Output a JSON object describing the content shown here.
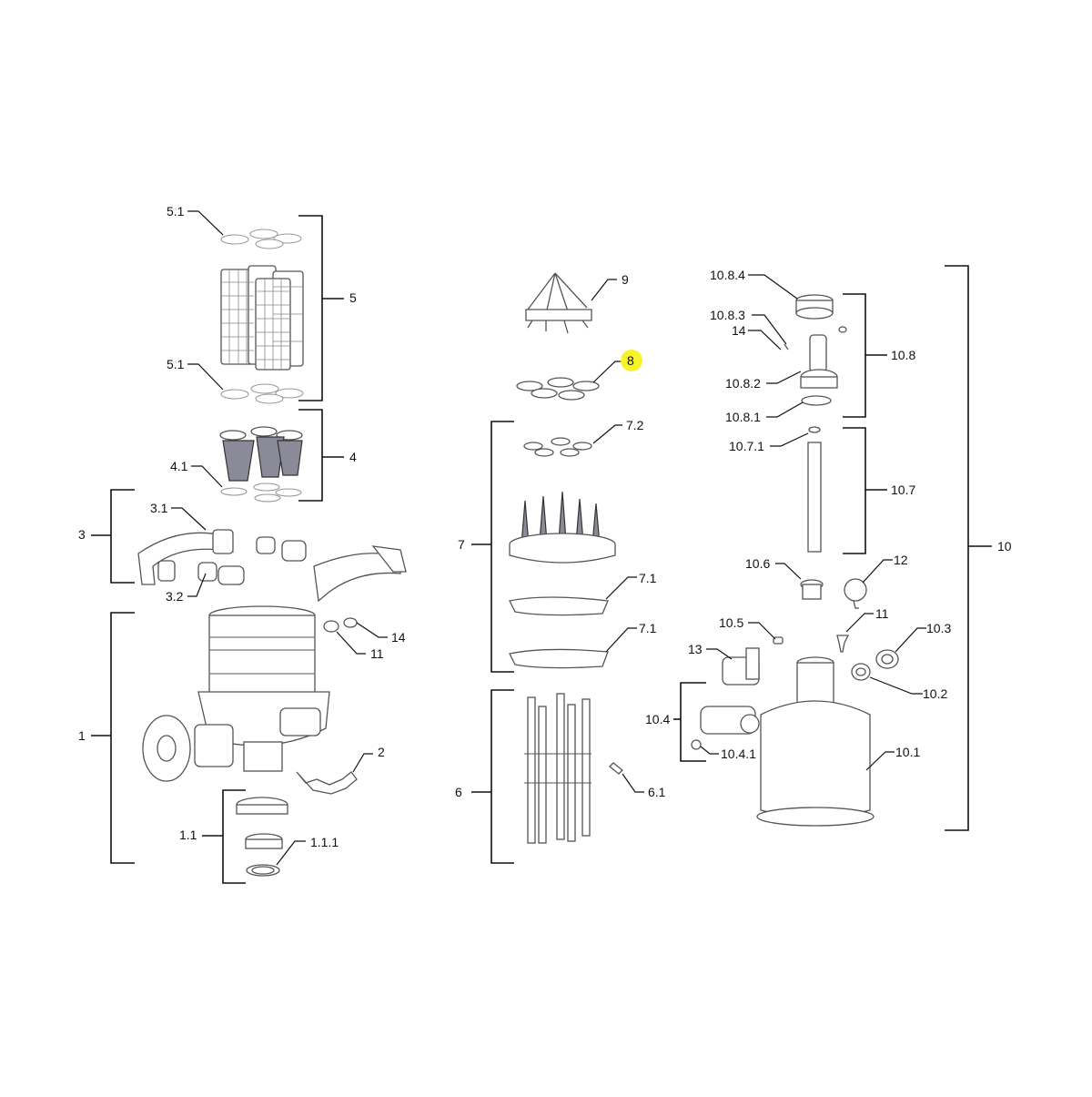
{
  "labels": {
    "l5_1_top": "5.1",
    "l5": "5",
    "l5_1_bottom": "5.1",
    "l4": "4",
    "l4_1": "4.1",
    "l3": "3",
    "l3_1": "3.1",
    "l3_2": "3.2",
    "l1": "1",
    "l11_left": "11",
    "l14_left": "14",
    "l2": "2",
    "l1_1": "1.1",
    "l1_1_1": "1.1.1",
    "l9": "9",
    "l8": "8",
    "l7_2": "7.2",
    "l7": "7",
    "l7_1_top": "7.1",
    "l7_1_bottom": "7.1",
    "l6": "6",
    "l6_1": "6.1",
    "l10_8_4": "10.8.4",
    "l10_8_3": "10.8.3",
    "l14_right": "14",
    "l10_8": "10.8",
    "l10_8_2": "10.8.2",
    "l10_8_1": "10.8.1",
    "l10_7_1": "10.7.1",
    "l10_7": "10.7",
    "l10": "10",
    "l10_6": "10.6",
    "l12": "12",
    "l10_5": "10.5",
    "l11_right": "11",
    "l10_3": "10.3",
    "l13": "13",
    "l10_2": "10.2",
    "l10_4": "10.4",
    "l10_4_1": "10.4.1",
    "l10_1": "10.1"
  },
  "highlight": {
    "label_key": "l8",
    "color": "#f7f32a"
  },
  "colors": {
    "line": "#111111",
    "part_outline": "#555555",
    "filter_mesh": "#8a8a98"
  }
}
